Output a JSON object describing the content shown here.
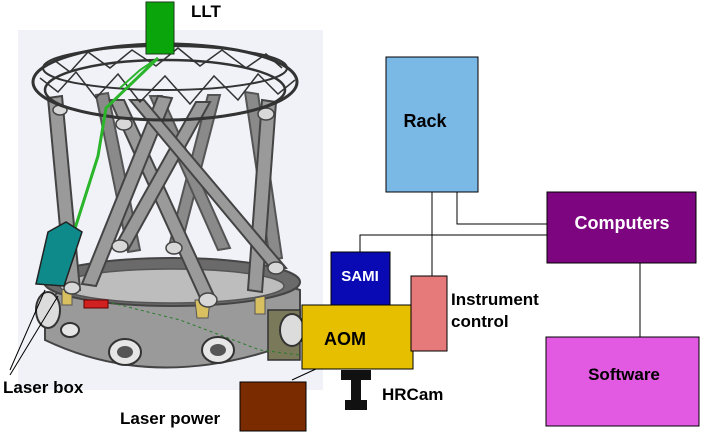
{
  "labels": {
    "llt": "LLT",
    "rack": "Rack",
    "computers": "Computers",
    "sami": "SAMI",
    "instrument_control_line1": "Instrument",
    "instrument_control_line2": "control",
    "aom": "AOM",
    "hrcam": "HRCam",
    "software": "Software",
    "laser_box": "Laser box",
    "laser_power": "Laser power"
  },
  "colors": {
    "llt": "#0aa50a",
    "rack": "#7ab8e6",
    "computers": "#7d0580",
    "sami": "#0a0ab4",
    "instrument_control": "#e67a7a",
    "aom": "#e6c000",
    "software": "#e25ae2",
    "laser_power": "#7a2c00",
    "laser_box": "#0f8a8a",
    "beam": "#2bb52b",
    "telescope_bg": "#f0f2f8"
  }
}
